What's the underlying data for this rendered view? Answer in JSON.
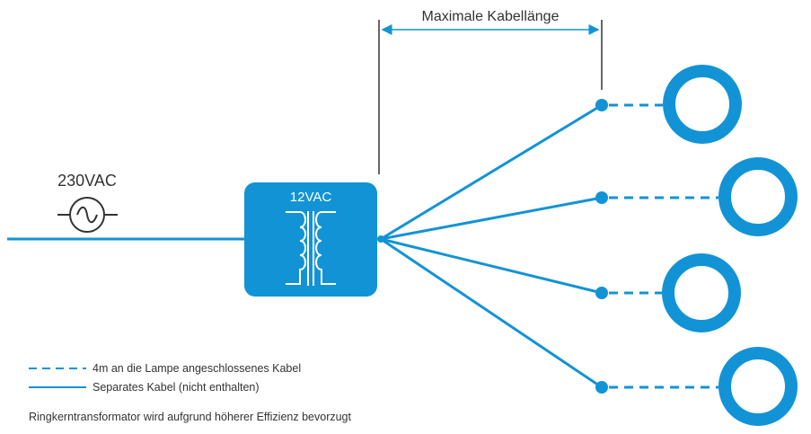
{
  "title_dimension": "Maximale Kabellänge",
  "source_label": "230VAC",
  "transformer_label": "12VAC",
  "legend": {
    "dashed_label": "4m an die Lampe angeschlossenes Kabel",
    "solid_label": "Separates Kabel (nicht enthalten)"
  },
  "footnote": "Ringkerntransformator wird aufgrund höherer Effizienz bevorzugt",
  "colors": {
    "accent": "#1293d6",
    "text": "#333333",
    "dimension": "#333333"
  },
  "icons": {
    "source": "ac-source-icon",
    "transformer": "transformer-icon",
    "lamp": "ring-lamp-icon"
  },
  "lamp_count": 4
}
